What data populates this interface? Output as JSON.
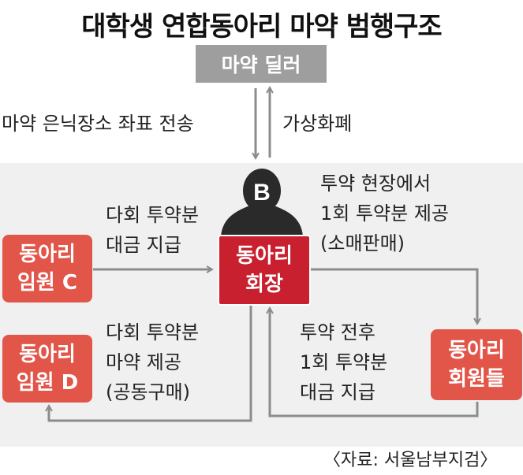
{
  "title": "대학생 연합동아리 마약 범행구조",
  "nodes": {
    "dealer": "마약 딜러",
    "president": [
      "동아리",
      "회장"
    ],
    "president_badge": "B",
    "officer_c": [
      "동아리",
      "임원 C"
    ],
    "officer_d": [
      "동아리",
      "임원 D"
    ],
    "members": [
      "동아리",
      "회원들"
    ]
  },
  "edges": {
    "to_dealer": "가상화폐",
    "from_dealer": "마약 은닉장소 좌표 전송",
    "c_to_president": [
      "다회 투약분",
      "대금 지급"
    ],
    "president_to_d": [
      "다회 투약분",
      "마약 제공",
      "(공동구매)"
    ],
    "president_to_members": [
      "투약 현장에서",
      "1회 투약분 제공",
      "(소매판매)"
    ],
    "members_to_president": [
      "투약 전후",
      "1회 투약분",
      "대금 지급"
    ]
  },
  "source": "〈자료: 서울남부지검〉",
  "colors": {
    "primary_red": "#c8202e",
    "secondary_red": "#e2564a",
    "dealer_gray": "#9e9e9e",
    "line_gray": "#8c8c8c",
    "panel_bg": "#f0f0f0"
  }
}
